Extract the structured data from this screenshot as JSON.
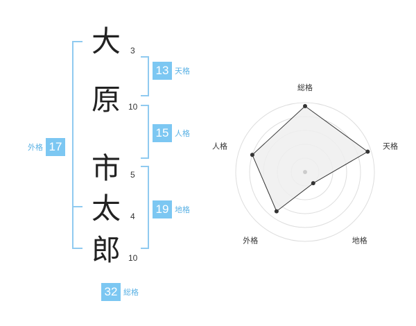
{
  "surname": [
    {
      "char": "大",
      "strokes": "3"
    },
    {
      "char": "原",
      "strokes": "10"
    }
  ],
  "given_name": [
    {
      "char": "市",
      "strokes": "5"
    },
    {
      "char": "太",
      "strokes": "4"
    },
    {
      "char": "郎",
      "strokes": "10"
    }
  ],
  "fortune": {
    "tenkaku": {
      "value": "13",
      "label": "天格"
    },
    "jinkaku": {
      "value": "15",
      "label": "人格"
    },
    "chikaku": {
      "value": "19",
      "label": "地格"
    },
    "gaikaku": {
      "value": "17",
      "label": "外格"
    },
    "soukaku": {
      "value": "32",
      "label": "総格"
    }
  },
  "colors": {
    "accent": "#7cc7f2",
    "bracket": "#8fcaf0",
    "label": "#5ab1e4"
  },
  "chart_data": {
    "type": "radar",
    "axes": [
      "総格",
      "天格",
      "地格",
      "外格",
      "人格"
    ],
    "values": [
      0.95,
      0.95,
      0.2,
      0.7,
      0.8
    ],
    "range": [
      0,
      1
    ],
    "rings": 5
  }
}
